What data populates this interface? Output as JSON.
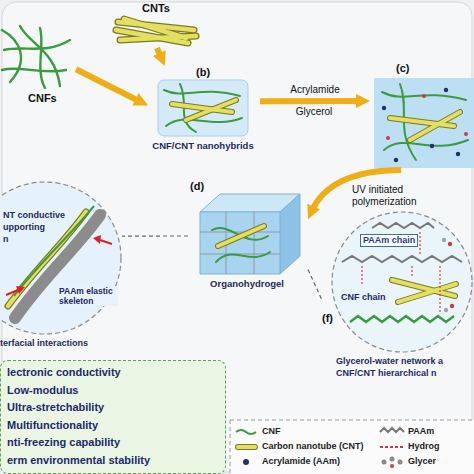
{
  "diagram": {
    "nodes": [
      {
        "text": [
          "CNFs"
        ]
      },
      {
        "text": [
          "CNTs"
        ]
      },
      {
        "text": [
          "(b)",
          "CNF/CNT nanohybrids"
        ]
      },
      {
        "text": [
          "(c)"
        ]
      },
      {
        "text": [
          "(d)",
          "Organohydrogel"
        ]
      },
      {
        "text": [
          "NT conductive",
          "upporting",
          "n",
          "PAAm elastic skeleton",
          "terfacial interactions"
        ]
      },
      {
        "text": [
          "(f)",
          "PAAm chain",
          "CNF chain",
          "Glycerol-water network a",
          "CNF/CNT hierarchical n"
        ]
      },
      {
        "text": [
          "lectronic conductivity",
          "Low-modulus",
          "Ultra-stretchability",
          "Multifunctionality",
          "nti-freezing capability",
          "erm environmental stability"
        ]
      }
    ],
    "edges": [
      {
        "from": 0,
        "to": 2,
        "arrow": "to"
      },
      {
        "from": 1,
        "to": 2,
        "arrow": "to"
      },
      {
        "from": 2,
        "to": 3,
        "arrow": "to",
        "label": "Acrylamide"
      },
      {
        "from": 3,
        "to": 4,
        "arrow": "to",
        "label": "UV initiated polymerization"
      },
      {
        "from": 4,
        "to": 5,
        "arrow": "none"
      },
      {
        "from": 4,
        "to": 6,
        "arrow": "none"
      }
    ],
    "labels": [
      "Glycerol"
    ],
    "legend": [
      {
        "text": "CNF"
      },
      {
        "text": "Carbon nanotube (CNT)"
      },
      {
        "text": "Acrylamide (AAm)"
      },
      {
        "text": "PAAm"
      },
      {
        "text": "Hydrog"
      },
      {
        "text": "Glycer"
      }
    ]
  }
}
